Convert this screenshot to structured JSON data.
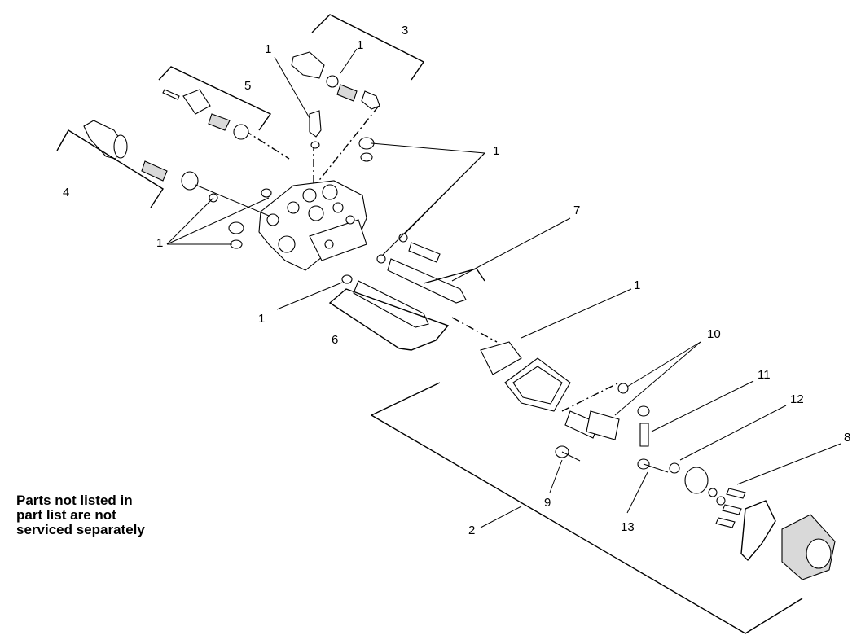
{
  "note": {
    "line1": "Parts not listed in",
    "line2": "part list are not",
    "line3": "serviced separately"
  },
  "callouts": {
    "c1a": "1",
    "c1b": "1",
    "c1c": "1",
    "c1d": "1",
    "c1e": "1",
    "c1f": "1",
    "c2": "2",
    "c3": "3",
    "c4": "4",
    "c5": "5",
    "c6": "6",
    "c7": "7",
    "c8": "8",
    "c9": "9",
    "c10": "10",
    "c11": "11",
    "c12": "12",
    "c13": "13"
  }
}
